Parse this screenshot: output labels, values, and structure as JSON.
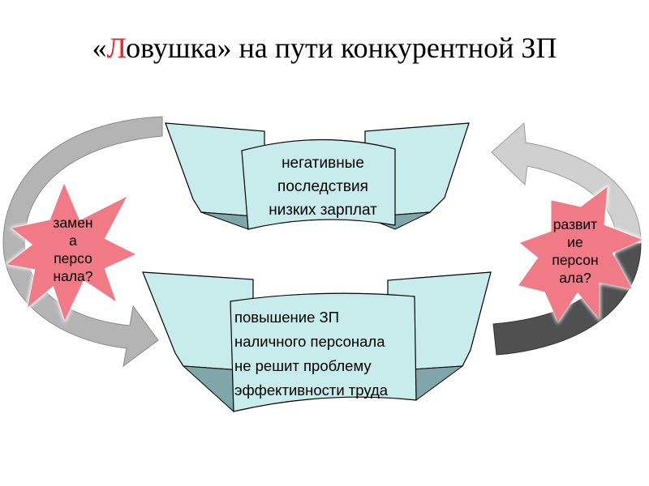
{
  "title": {
    "open_quote": "«",
    "accent_letter": "Л",
    "rest": "овушка» на пути конкурентной ЗП"
  },
  "colors": {
    "banner_fill": "#c8ecec",
    "banner_shadow": "#7fa6a8",
    "banner_outline": "#000000",
    "star_fill": "#f07b86",
    "star_glow": "#ffffff",
    "title_accent": "#e8242c",
    "arrow_left": "#b4b4b4",
    "arrow_right_top": "#d0d0d0",
    "arrow_right_bottom": "#505050"
  },
  "banner_top": {
    "lines": [
      "негативные",
      "последствия",
      "низких зарплат"
    ]
  },
  "banner_bottom": {
    "lines": [
      "повышение ЗП",
      "наличного персонала",
      "не решит проблему",
      "эффективности труда"
    ]
  },
  "star_left": {
    "lines": [
      "замен",
      "а",
      "персо",
      "нала?"
    ]
  },
  "star_right": {
    "lines": [
      "развит",
      "ие",
      "персон",
      "ала?"
    ]
  }
}
